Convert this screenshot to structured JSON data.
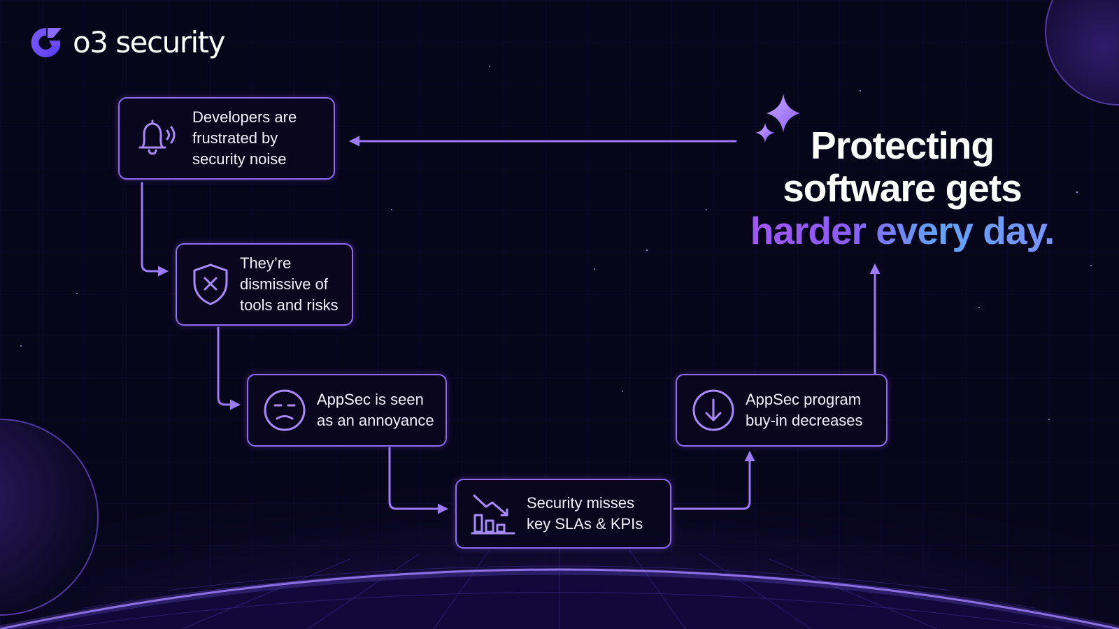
{
  "brand": {
    "name": "o3 security",
    "logo_icon": "o3-logo-mark"
  },
  "colors": {
    "background": "#07051a",
    "accent": "#8b6cf2",
    "headline_gradient": [
      "#a855f7",
      "#60a5fa"
    ]
  },
  "headline": {
    "line1": "Protecting",
    "line2": "software gets",
    "line3": "harder every day."
  },
  "steps": [
    {
      "text": "Developers are\nfrustrated by\nsecurity noise",
      "icon": "bell-ringing-icon"
    },
    {
      "text": "They’re\ndismissive of\ntools and risks",
      "icon": "shield-x-icon"
    },
    {
      "text": "AppSec is seen\nas an annoyance",
      "icon": "annoyed-face-icon"
    },
    {
      "text": "Security misses\nkey SLAs & KPIs",
      "icon": "declining-chart-icon"
    },
    {
      "text": "AppSec program\nbuy-in decreases",
      "icon": "arrow-down-circle-icon"
    }
  ]
}
